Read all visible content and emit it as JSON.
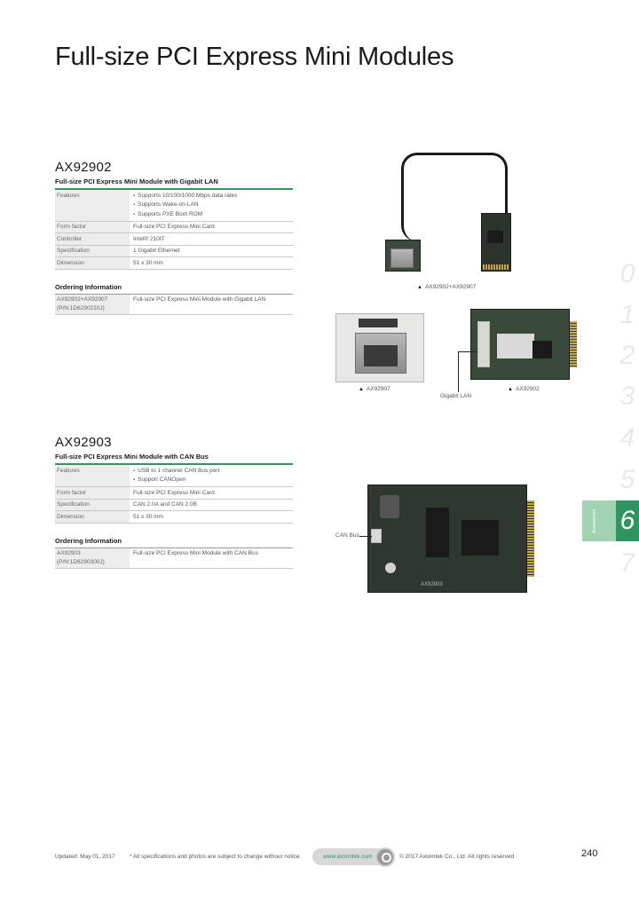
{
  "page": {
    "title": "Full-size PCI Express Mini Modules"
  },
  "products": [
    {
      "id": "AX92902",
      "subtitle": "Full-size PCI Express Mini Module with Gigabit LAN",
      "specs": [
        {
          "label": "Features",
          "values": [
            "Supports 10/100/1000 Mbps data rates",
            "Supports Wake-on-LAN",
            "Supports PXE Boot ROM"
          ],
          "bulleted": true
        },
        {
          "label": "Form factor",
          "values": [
            "Full-size PCI Express Mini Card"
          ],
          "bulleted": false
        },
        {
          "label": "Controller",
          "values": [
            "Intel® 210IT"
          ],
          "bulleted": false
        },
        {
          "label": "Specification",
          "values": [
            "1 Gigabit Ethernet"
          ],
          "bulleted": false
        },
        {
          "label": "Dimension",
          "values": [
            "51 x 30 mm"
          ],
          "bulleted": false
        }
      ],
      "ordering_heading": "Ordering Information",
      "ordering": [
        {
          "part": "AX92902+AX92907 (P/N:1D6290210J)",
          "description": "Full-size PCI Express Mini Module with Gigabit LAN"
        }
      ]
    },
    {
      "id": "AX92903",
      "subtitle": "Full-size PCI Express Mini Module with CAN Bus",
      "specs": [
        {
          "label": "Features",
          "values": [
            "USB to 1 channel CAN Bus port",
            "Support CANOpen"
          ],
          "bulleted": true
        },
        {
          "label": "Form factor",
          "values": [
            "Full-size PCI Express Mini Card"
          ],
          "bulleted": false
        },
        {
          "label": "Specification",
          "values": [
            "CAN 2.0A and CAN 2.0B"
          ],
          "bulleted": false
        },
        {
          "label": "Dimension",
          "values": [
            "51 x 30 mm"
          ],
          "bulleted": false
        }
      ],
      "ordering_heading": "Ordering Information",
      "ordering": [
        {
          "part": "AX92903 (P/N:1D6290300J)",
          "description": "Full-size PCI Express Mini Module with CAN Bus"
        }
      ]
    }
  ],
  "captions": {
    "cable_set": "AX92902+AX92907",
    "ax92907": "AX92907",
    "ax92902": "AX92902",
    "gigabit_lan": "Gigabit LAN",
    "can_bus": "CAN Bus",
    "board_marking": "AX92903"
  },
  "side_tabs": [
    "0",
    "1",
    "2",
    "3",
    "4",
    "5",
    "6",
    "7"
  ],
  "active_tab": {
    "number": "6",
    "label": "Accessories"
  },
  "footer": {
    "updated": "Updated: May 01, 2017",
    "disclaimer": "* All specifications and photos are subject to change without notice.",
    "url": "www.axiomtek.com",
    "copyright": "© 2017 Axiomtek Co., Ltd. All rights reserved",
    "page_number": "240"
  },
  "colors": {
    "accent_green": "#2f9460",
    "tab_light_green": "#9fd3b1"
  }
}
